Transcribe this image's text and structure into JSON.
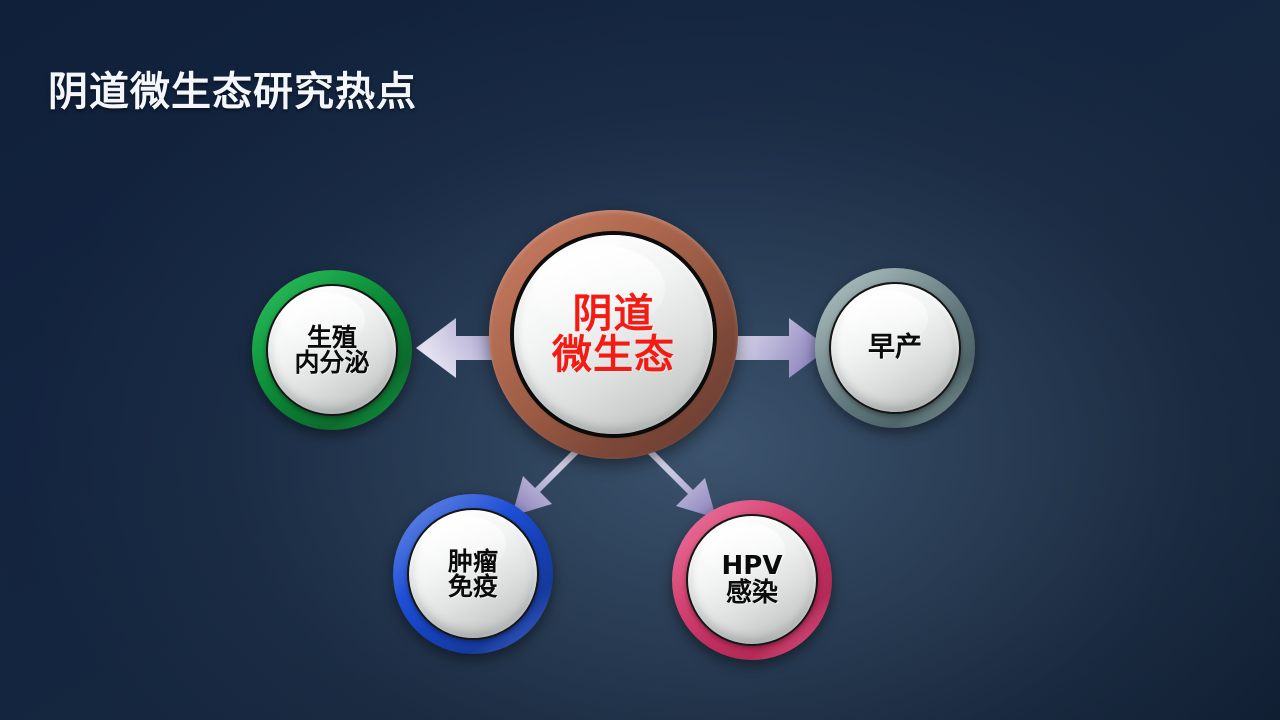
{
  "slide": {
    "title": "阴道微生态研究热点",
    "background_color": "#13233a",
    "background_glow_color": "#3e5670"
  },
  "diagram": {
    "center": {
      "label_line1": "阴道",
      "label_line2": "微生态",
      "ring_color": "#b06a50",
      "text_color": "#f41b14",
      "face_color": "#f2f3f3"
    },
    "nodes": [
      {
        "name": "reproductive-endocrinology",
        "label_line1": "生殖",
        "label_line2": "内分泌",
        "ring_color": "#10953d",
        "text_color": "#0b0b0b"
      },
      {
        "name": "preterm-birth",
        "label_line1": "早产",
        "label_line2": "",
        "ring_color": "#7b9093",
        "text_color": "#0b0b0b"
      },
      {
        "name": "tumor-immunity",
        "label_line1": "肿瘤",
        "label_line2": "免疫",
        "ring_color": "#1f4fd6",
        "text_color": "#0b0b0b"
      },
      {
        "name": "hpv-infection",
        "label_line1": "HPV",
        "label_line2": "感染",
        "ring_color": "#d44372",
        "text_color": "#0b0b0b"
      }
    ],
    "arrows": {
      "color_light": "#d5d3e8",
      "color_dark": "#8d85bd",
      "count": 4,
      "directions": [
        "left",
        "right",
        "down-left",
        "down-right"
      ]
    }
  }
}
